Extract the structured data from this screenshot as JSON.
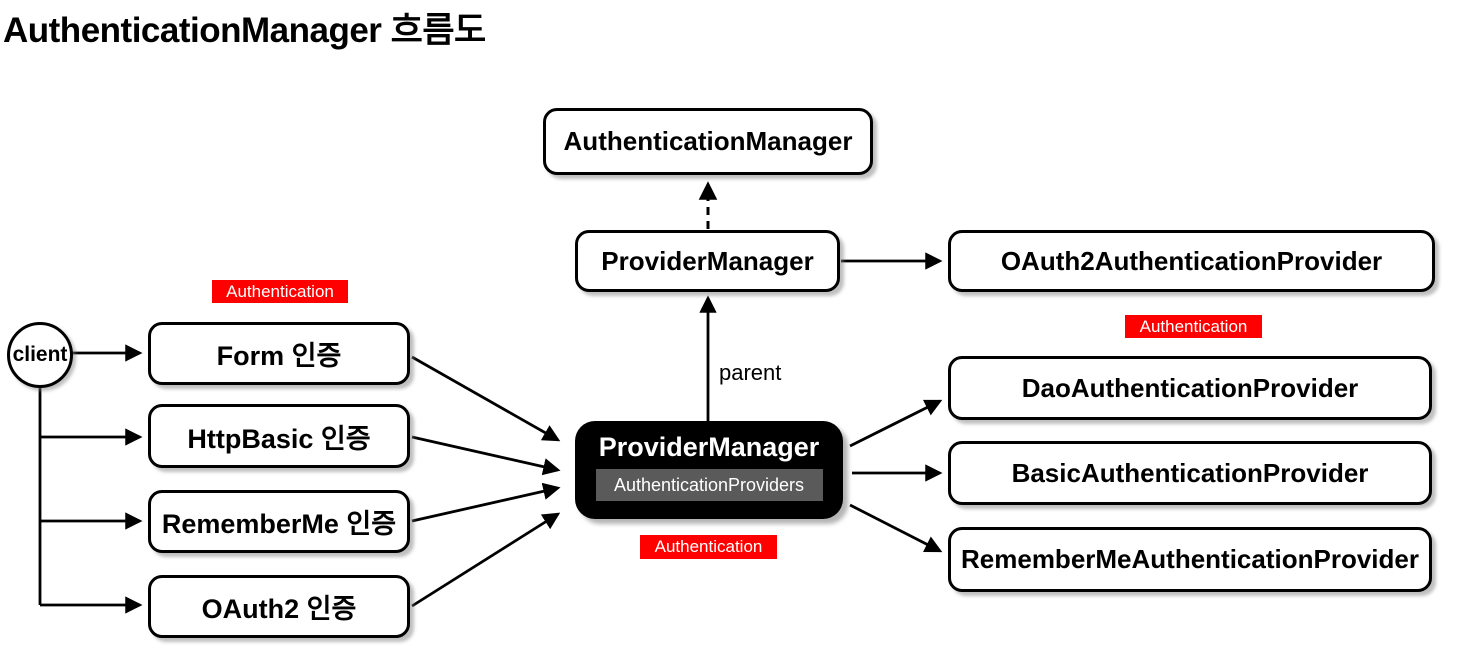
{
  "title": "AuthenticationManager 흐름도",
  "colors": {
    "badge_red": "#ff0000",
    "node_border": "#000000",
    "black_node_fill": "#000000",
    "inner_gray": "#5a5a5a",
    "background": "#ffffff"
  },
  "nodes": {
    "client": "client",
    "form": "Form 인증",
    "http_basic": "HttpBasic 인증",
    "remember_me": "RememberMe 인증",
    "oauth2": "OAuth2 인증",
    "authentication_manager": "AuthenticationManager",
    "provider_manager_top": "ProviderManager",
    "provider_manager_main": "ProviderManager",
    "authentication_providers": "AuthenticationProviders",
    "oauth2_provider": "OAuth2AuthenticationProvider",
    "dao_provider": "DaoAuthenticationProvider",
    "basic_provider": "BasicAuthenticationProvider",
    "remember_me_provider": "RememberMeAuthenticationProvider"
  },
  "badges": {
    "left": "Authentication",
    "center": "Authentication",
    "right": "Authentication"
  },
  "labels": {
    "parent": "parent"
  }
}
